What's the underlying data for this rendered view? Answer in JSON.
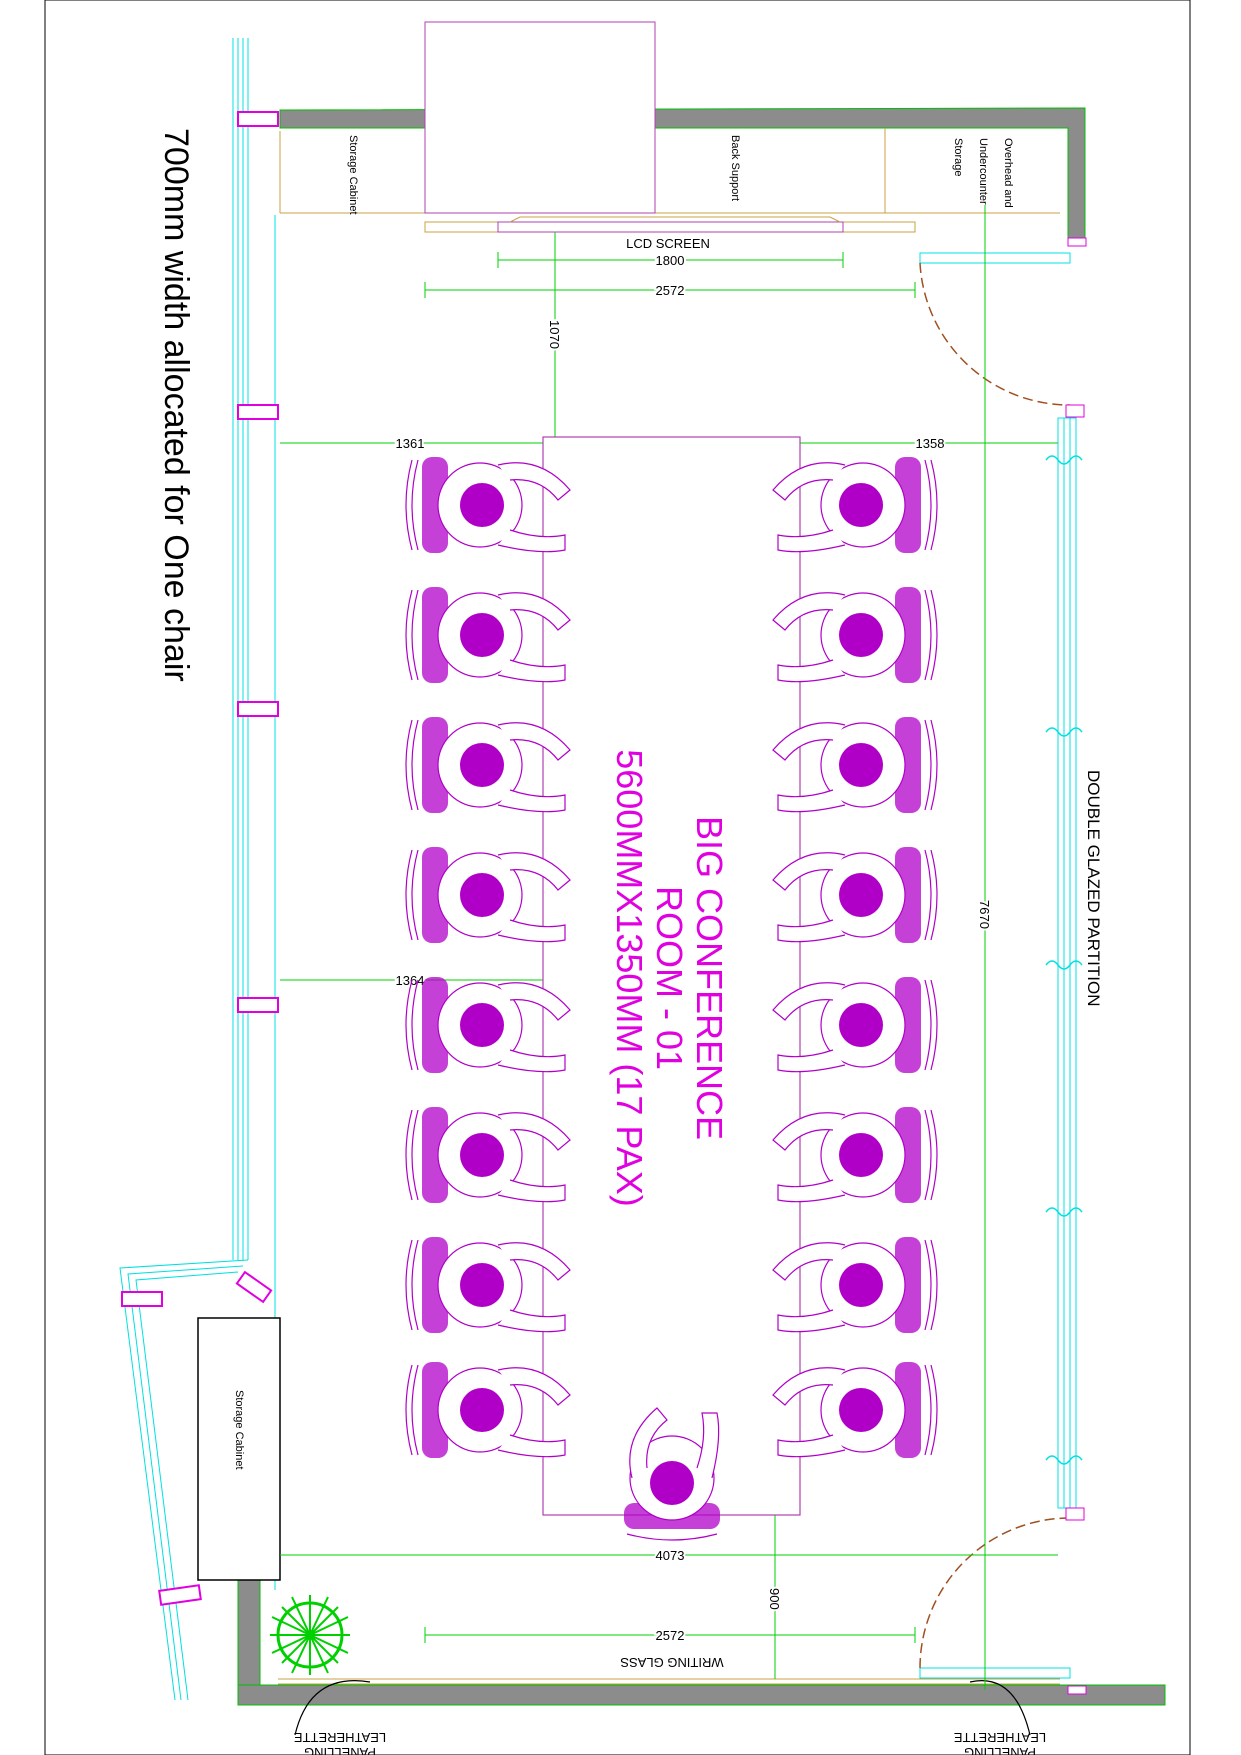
{
  "room": {
    "title_line1": "BIG CONFERENCE",
    "title_line2": "ROOM - 01",
    "title_line3": "5600MMX1350MM (17 PAX)"
  },
  "notes": {
    "chair_width": "700mm width allocated for One chair",
    "partition": "DOUBLE  GLAZED  PARTITION",
    "storage_cabinet_left": "Storage Cabinet",
    "storage_cabinet_top": "Storage Cabinet",
    "back_support": "Back Support",
    "overhead_1": "Overhead and",
    "overhead_2": "Undercounter",
    "overhead_3": "Storage",
    "lcd_screen": "LCD SCREEN",
    "writing_glass": "WRITING GLASS",
    "panelling_left_1": "LEATHERETTE",
    "panelling_left_2": "PANELLING",
    "panelling_right_1": "LEATHERETTE",
    "panelling_right_2": "PANELLING"
  },
  "dimensions": {
    "lcd_width": "1800",
    "top_span": "2572",
    "screen_to_table": "1070",
    "left_gap_top": "1361",
    "right_gap_top": "1358",
    "left_gap_mid": "1364",
    "room_length": "7670",
    "room_width": "4073",
    "table_to_glass": "900",
    "bottom_span": "2572"
  },
  "colors": {
    "wall": "#8c8c8c",
    "furniture": "#c8a040",
    "dimension": "#00d000",
    "glazing": "#00e0e0",
    "chair": "#b000c8",
    "table": "#b040b0",
    "title": "#e000e0"
  }
}
